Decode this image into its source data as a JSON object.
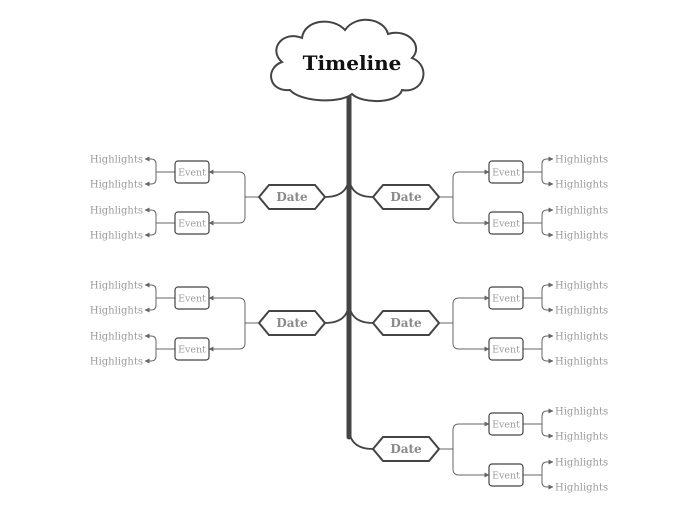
{
  "title": "Timeline",
  "colors": {
    "line": "#444444",
    "muted_text": "#9a9a9a",
    "title_text": "#111111"
  },
  "dates": [
    {
      "label": "Date",
      "side": "left",
      "events": [
        {
          "label": "Event",
          "highlights": [
            "Highlights",
            "Highlights"
          ]
        },
        {
          "label": "Event",
          "highlights": [
            "Highlights",
            "Highlights"
          ]
        }
      ]
    },
    {
      "label": "Date",
      "side": "right",
      "events": [
        {
          "label": "Event",
          "highlights": [
            "Highlights",
            "Highlights"
          ]
        },
        {
          "label": "Event",
          "highlights": [
            "Highlights",
            "Highlights"
          ]
        }
      ]
    },
    {
      "label": "Date",
      "side": "left",
      "events": [
        {
          "label": "Event",
          "highlights": [
            "Highlights",
            "Highlights"
          ]
        },
        {
          "label": "Event",
          "highlights": [
            "Highlights",
            "Highlights"
          ]
        }
      ]
    },
    {
      "label": "Date",
      "side": "right",
      "events": [
        {
          "label": "Event",
          "highlights": [
            "Highlights",
            "Highlights"
          ]
        },
        {
          "label": "Event",
          "highlights": [
            "Highlights",
            "Highlights"
          ]
        }
      ]
    },
    {
      "label": "Date",
      "side": "right",
      "events": [
        {
          "label": "Event",
          "highlights": [
            "Highlights",
            "Highlights"
          ]
        },
        {
          "label": "Event",
          "highlights": [
            "Highlights",
            "Highlights"
          ]
        }
      ]
    }
  ]
}
